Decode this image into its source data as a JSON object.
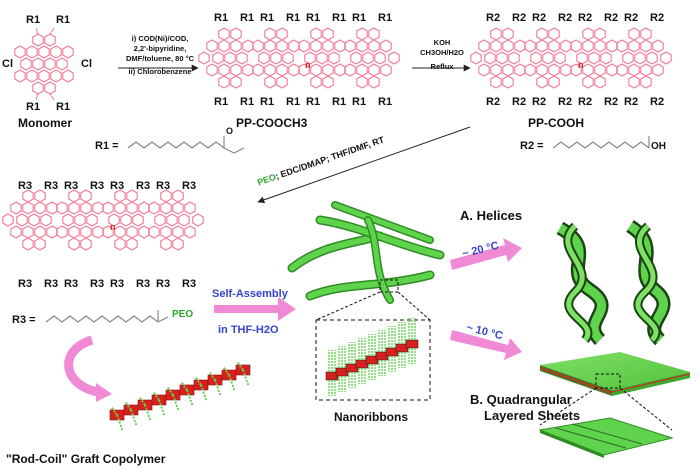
{
  "colors": {
    "polymer": "#ef7a95",
    "ribbon_green": "#5fd34b",
    "ribbon_red": "#d8201f",
    "arrow_pink": "#f08ad4",
    "text_blue": "#3344cc",
    "peo_green": "#2aa52a"
  },
  "step1": {
    "cond1": "i) COD(Ni)/COD,",
    "cond2": "2,2'-bipyridine,",
    "cond3": "DMF/toluene, 80 °C",
    "cond4": "ii) Chlorobenzene"
  },
  "step2": {
    "cond1": "KOH",
    "cond2": "CH3OH/H2O",
    "cond3": "Reflux"
  },
  "step3": {
    "peo": "PEO",
    "rest": "; EDC/DMAP; THF/DMF, RT"
  },
  "labels": {
    "monomer": "Monomer",
    "pp_cooch3": "PP-COOCH3",
    "pp_cooh": "PP-COOH",
    "r1_def": "R1 =",
    "r2_def": "R2 =",
    "r3_def": "R3 =",
    "cl_left": "Cl",
    "cl_right": "Cl",
    "n": "n",
    "ester_o": "O",
    "acid_oh": "OH",
    "peo_tag": "PEO"
  },
  "substituents": {
    "r1": "R1",
    "r2": "R2",
    "r3": "R3"
  },
  "assembly": {
    "self_assembly": "Self-Assembly",
    "solvent": "in THF-H2O",
    "nanoribbons": "Nanoribbons",
    "graft_copolymer": "\"Rod-Coil\" Graft Copolymer"
  },
  "outcomes": {
    "helices": "A. Helices",
    "temp_a": "~ 20 °C",
    "sheets_line1": "B. Quadrangular",
    "sheets_line2": "Layered Sheets",
    "temp_b": "~ 10 °C"
  }
}
